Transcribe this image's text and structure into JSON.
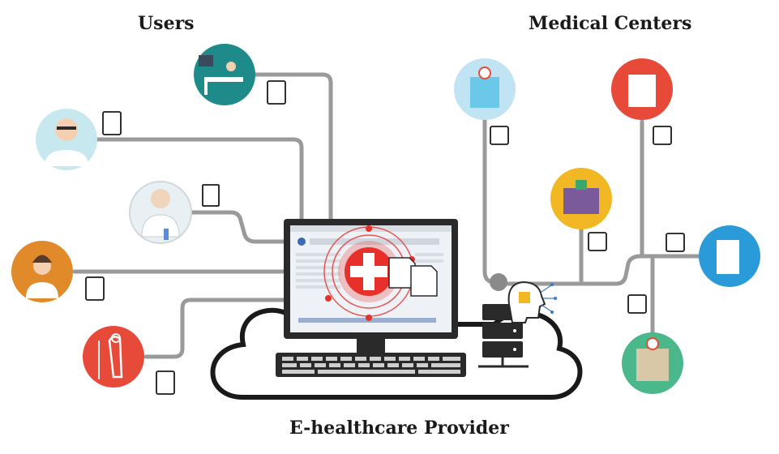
{
  "labels": {
    "users": "Users",
    "medical_centers": "Medical Centers",
    "provider": "E-healthcare Provider"
  },
  "colors": {
    "line": "#9a9a9a",
    "teal": "#1f8a8a",
    "doctor_bg": "#c8e8f0",
    "nurse_bg": "#e08a2a",
    "patient_bg": "#e84a3a",
    "center_light_blue": "#6cc8e8",
    "center_red": "#e84a3a",
    "center_yellow": "#f2b824",
    "center_blue": "#2a9ad8",
    "center_green": "#4ab88a",
    "monitor": "#2a2a2a",
    "cross_red": "#e8302a"
  },
  "nodes": {
    "users": [
      "patient-bed",
      "doctor",
      "lab-technician",
      "nurse",
      "elderly-patient"
    ],
    "medical_centers": [
      "clinic-light-blue",
      "hospital-red",
      "hospital-yellow",
      "hospital-blue",
      "hospital-green"
    ]
  }
}
